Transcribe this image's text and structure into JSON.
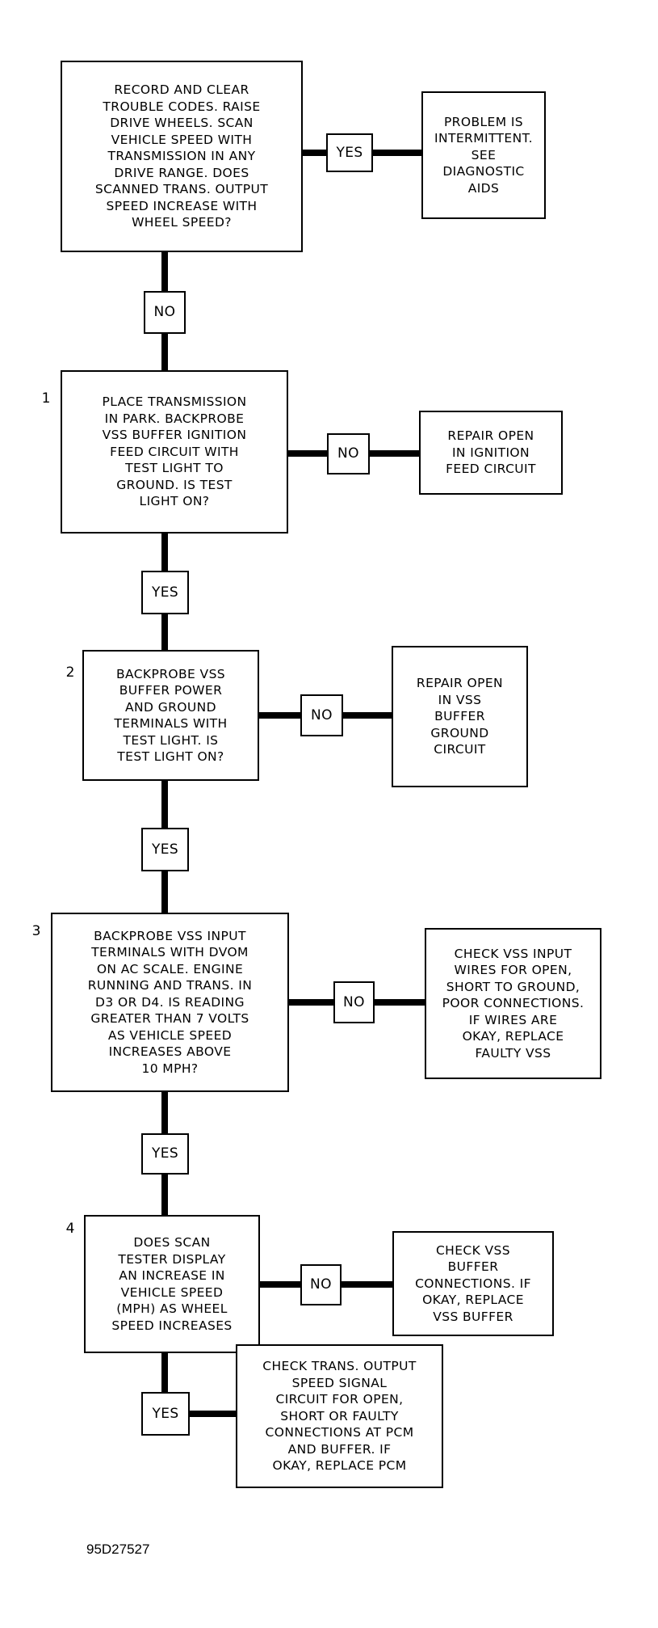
{
  "steps": {
    "s0": {
      "text": "RECORD AND CLEAR\nTROUBLE CODES. RAISE\nDRIVE WHEELS. SCAN\nVEHICLE SPEED WITH\nTRANSMISSION IN ANY\nDRIVE RANGE. DOES\nSCANNED TRANS. OUTPUT\nSPEED INCREASE WITH\nWHEEL SPEED?"
    },
    "s1": {
      "number": "1",
      "text": "PLACE TRANSMISSION\nIN PARK. BACKPROBE\nVSS BUFFER IGNITION\nFEED CIRCUIT WITH\nTEST LIGHT TO\nGROUND. IS TEST\nLIGHT ON?"
    },
    "s2": {
      "number": "2",
      "text": "BACKPROBE VSS\nBUFFER POWER\nAND GROUND\nTERMINALS WITH\nTEST LIGHT. IS\nTEST LIGHT ON?"
    },
    "s3": {
      "number": "3",
      "text": "BACKPROBE VSS INPUT\nTERMINALS WITH DVOM\nON AC SCALE. ENGINE\nRUNNING AND TRANS. IN\nD3 OR D4. IS READING\nGREATER THAN 7 VOLTS\nAS VEHICLE SPEED\nINCREASES ABOVE\n10 MPH?"
    },
    "s4": {
      "number": "4",
      "text": "DOES SCAN\nTESTER DISPLAY\nAN INCREASE IN\nVEHICLE SPEED\n(MPH) AS WHEEL\nSPEED INCREASES"
    }
  },
  "results": {
    "r0": "PROBLEM IS\nINTERMITTENT.\nSEE\nDIAGNOSTIC\nAIDS",
    "r1": "REPAIR OPEN\nIN IGNITION\nFEED CIRCUIT",
    "r2": "REPAIR OPEN\nIN VSS\nBUFFER\nGROUND\nCIRCUIT",
    "r3": "CHECK VSS INPUT\nWIRES FOR OPEN,\nSHORT TO GROUND,\nPOOR CONNECTIONS.\nIF WIRES ARE\nOKAY, REPLACE\nFAULTY VSS",
    "r4": "CHECK VSS\nBUFFER\nCONNECTIONS. IF\nOKAY, REPLACE\nVSS BUFFER",
    "r5": "CHECK TRANS. OUTPUT\nSPEED SIGNAL\nCIRCUIT FOR OPEN,\nSHORT OR FAULTY\nCONNECTIONS AT PCM\nAND BUFFER. IF\nOKAY, REPLACE PCM"
  },
  "labels": {
    "yes": "YES",
    "no": "NO"
  },
  "figure_id": "95D27527"
}
